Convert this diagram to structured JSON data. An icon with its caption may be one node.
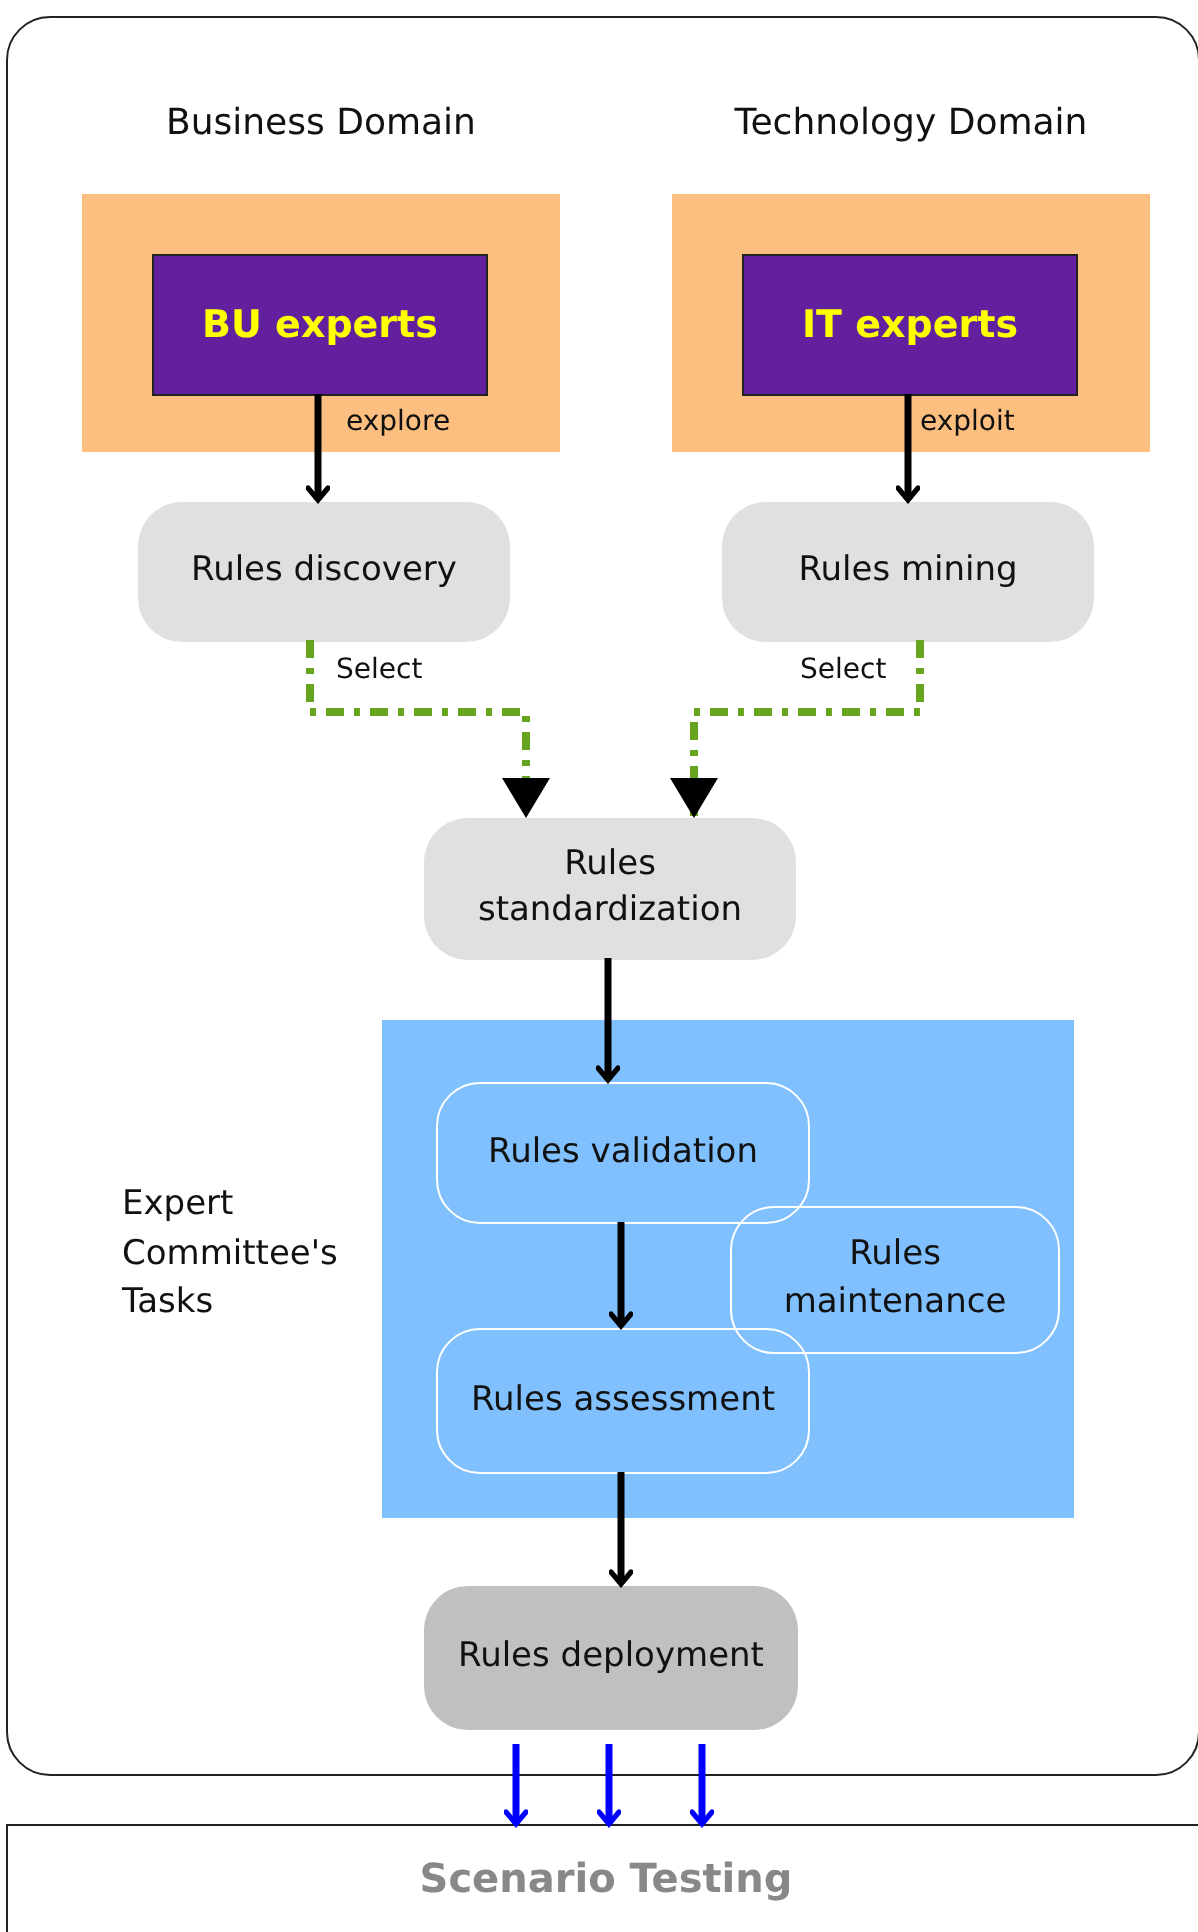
{
  "diagram": {
    "nodes": [
      {
        "text": [],
        "shape": "box"
      },
      {
        "text": [
          "Business Domain"
        ],
        "in": 0
      },
      {
        "text": [
          "BU experts"
        ],
        "in": 1
      },
      {
        "text": [
          "Technology Domain"
        ],
        "in": 0
      },
      {
        "text": [
          "IT experts"
        ],
        "in": 3
      },
      {
        "text": [
          "Rules discovery"
        ],
        "in": 0
      },
      {
        "text": [
          "Rules mining"
        ],
        "in": 0
      },
      {
        "text": [
          "Rules standardization"
        ],
        "in": 0
      },
      {
        "text": [],
        "shape": "box",
        "beside": [
          "Expert Committee's Tasks"
        ],
        "in": 0
      },
      {
        "text": [
          "Rules validation"
        ],
        "in": 8
      },
      {
        "text": [
          "Rules maintenance"
        ],
        "in": 8
      },
      {
        "text": [
          "Rules assessment"
        ],
        "in": 8
      },
      {
        "text": [
          "Rules deployment"
        ],
        "in": 0
      },
      {
        "text": [
          "Scenario Testing"
        ]
      }
    ],
    "edges": [
      {
        "from": 2,
        "to": 5,
        "arrow": "to",
        "label": "explore"
      },
      {
        "from": 4,
        "to": 6,
        "arrow": "to",
        "label": "exploit"
      },
      {
        "from": 5,
        "to": 7,
        "arrow": "to",
        "label": "Select",
        "style": "dashed",
        "color": "#66a31e"
      },
      {
        "from": 6,
        "to": 7,
        "arrow": "to",
        "label": "Select",
        "style": "dashed",
        "color": "#66a31e"
      },
      {
        "from": 7,
        "to": 9,
        "arrow": "to"
      },
      {
        "from": 9,
        "to": 11,
        "arrow": "to"
      },
      {
        "from": 11,
        "to": 12,
        "arrow": "to"
      },
      {
        "from": 12,
        "to": 13,
        "arrow": "to",
        "color": "#0000ff"
      },
      {
        "from": 12,
        "to": 13,
        "arrow": "to",
        "color": "#0000ff"
      },
      {
        "from": 12,
        "to": 13,
        "arrow": "to",
        "color": "#0000ff"
      }
    ]
  }
}
